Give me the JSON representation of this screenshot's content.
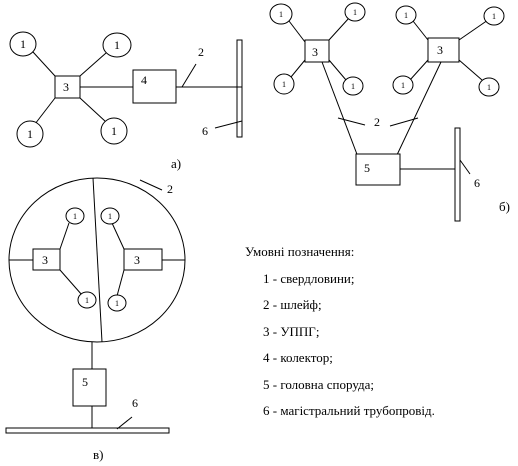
{
  "diagrams": {
    "a": {
      "label": "а)",
      "well_labels": [
        "1",
        "1",
        "1",
        "1"
      ],
      "uppg_label": "3",
      "collector_label": "4",
      "loop_label": "2",
      "pipeline_label": "6"
    },
    "b": {
      "label": "б)",
      "left_well_labels": [
        "1",
        "1",
        "1",
        "1"
      ],
      "right_well_labels": [
        "1",
        "1",
        "1",
        "1"
      ],
      "uppg_left_label": "3",
      "uppg_right_label": "3",
      "loop_label": "2",
      "head_label": "5",
      "pipeline_label": "6"
    },
    "c": {
      "label": "в)",
      "loop_label": "2",
      "uppg_left_label": "3",
      "uppg_right_label": "3",
      "well_labels": [
        "1",
        "1",
        "1",
        "1"
      ],
      "head_label": "5",
      "pipeline_label": "6"
    }
  },
  "legend": {
    "title": "Умовні позначення:",
    "items": [
      "1 -  свердловини;",
      "2 -  шлейф;",
      "3 -  УППГ;",
      "4 - колектор;",
      "5 - головна споруда;",
      "6 - магістральний трубопровід."
    ]
  }
}
